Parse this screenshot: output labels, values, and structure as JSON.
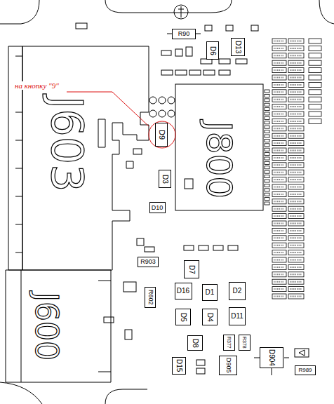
{
  "diagram": {
    "nodes": [
      {
        "text": [
          "R90"
        ]
      },
      {
        "text": [
          "D6"
        ]
      },
      {
        "text": [
          "D13"
        ]
      },
      {
        "text": [
          "J603"
        ]
      },
      {
        "text": [
          "D9"
        ]
      },
      {
        "text": [
          "J800"
        ]
      },
      {
        "text": [
          "D3"
        ]
      },
      {
        "text": [
          "D10"
        ]
      },
      {
        "text": [
          "R903"
        ]
      },
      {
        "text": [
          "D7"
        ]
      },
      {
        "text": [
          "R602"
        ]
      },
      {
        "text": [
          "D16"
        ]
      },
      {
        "text": [
          "D1"
        ]
      },
      {
        "text": [
          "D2"
        ]
      },
      {
        "text": [
          "J600"
        ]
      },
      {
        "text": [
          "D5"
        ]
      },
      {
        "text": [
          "D4"
        ]
      },
      {
        "text": [
          "D11"
        ]
      },
      {
        "text": [
          "D8"
        ]
      },
      {
        "text": [
          "R377"
        ]
      },
      {
        "text": [
          "R378"
        ]
      },
      {
        "text": [
          "D904"
        ]
      },
      {
        "text": [
          "D15"
        ]
      },
      {
        "text": [
          "D905"
        ]
      },
      {
        "text": [
          "R989"
        ]
      }
    ],
    "labels": [
      "на кнопку \"9\""
    ]
  }
}
